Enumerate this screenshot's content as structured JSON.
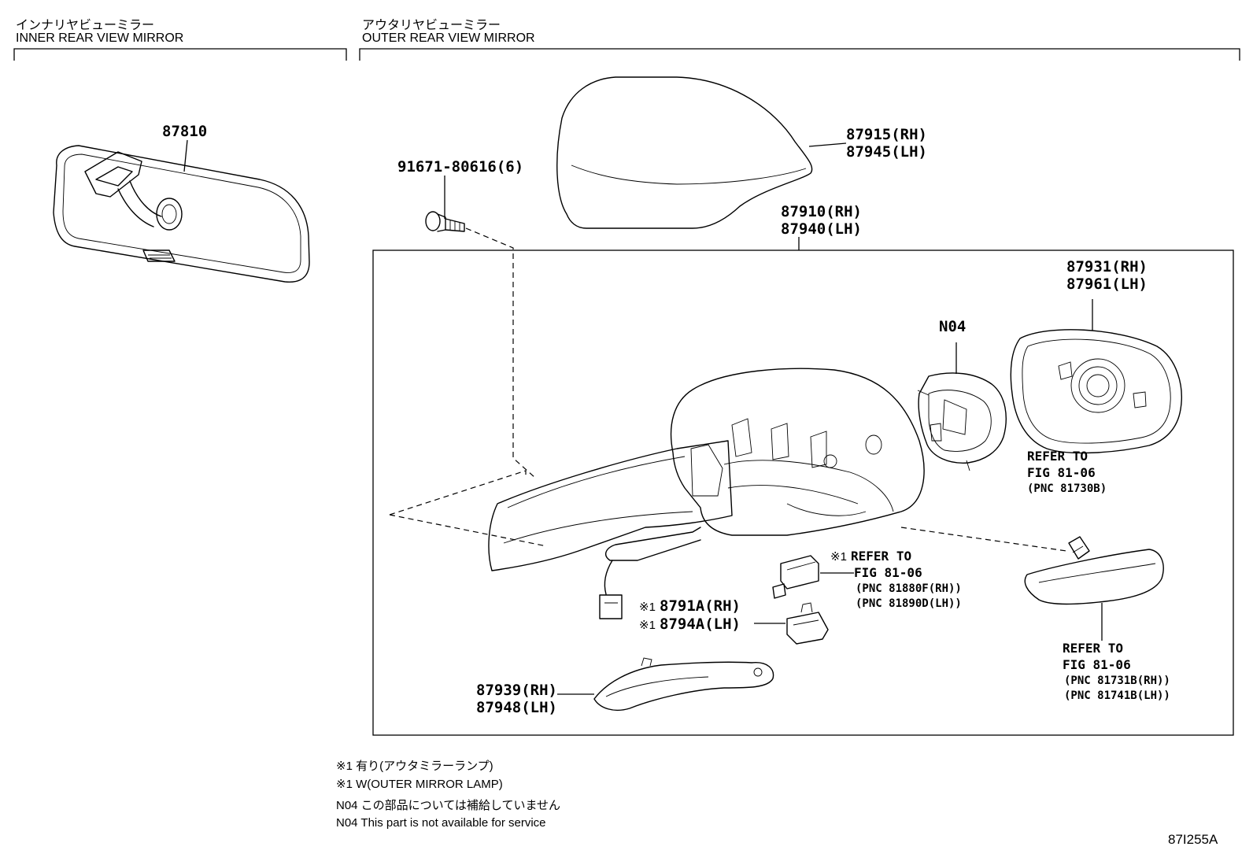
{
  "sections": {
    "inner": {
      "jp": "インナリヤビューミラー",
      "en": "INNER REAR VIEW MIRROR"
    },
    "outer": {
      "jp": "アウタリヤビューミラー",
      "en": "OUTER REAR VIEW MIRROR"
    }
  },
  "parts": {
    "p87810": "87810",
    "bolt": "91671-80616(6)",
    "cover_rh": "87915(RH)",
    "cover_lh": "87945(LH)",
    "assy_rh": "87910(RH)",
    "assy_lh": "87940(LH)",
    "mirror_rh": "87931(RH)",
    "mirror_lh": "87961(LH)",
    "n04": "N04",
    "lamp_rh": "8791A(RH)",
    "lamp_lh": "8794A(LH)",
    "lamp_mark1": "※1",
    "lamp_mark2": "※1",
    "cover2_rh": "87939(RH)",
    "cover2_lh": "87948(LH)"
  },
  "refs": {
    "ref1_l1": "REFER TO",
    "ref1_l2": "FIG 81-06",
    "ref1_l3": "(PNC 81730B)",
    "ref2_mark": "※1",
    "ref2_l1": "REFER TO",
    "ref2_l2": "FIG 81-06",
    "ref2_l3": "(PNC 81880F(RH))",
    "ref2_l4": "(PNC 81890D(LH))",
    "ref3_l1": "REFER TO",
    "ref3_l2": "FIG 81-06",
    "ref3_l3": "(PNC 81731B(RH))",
    "ref3_l4": "(PNC 81741B(LH))"
  },
  "notes": [
    "※1 有り(アウタミラーランプ)",
    "※1 W(OUTER MIRROR LAMP)",
    "N04 この部品については補給していません",
    "N04 This part is not available for service"
  ],
  "figure_id": "87I255A"
}
